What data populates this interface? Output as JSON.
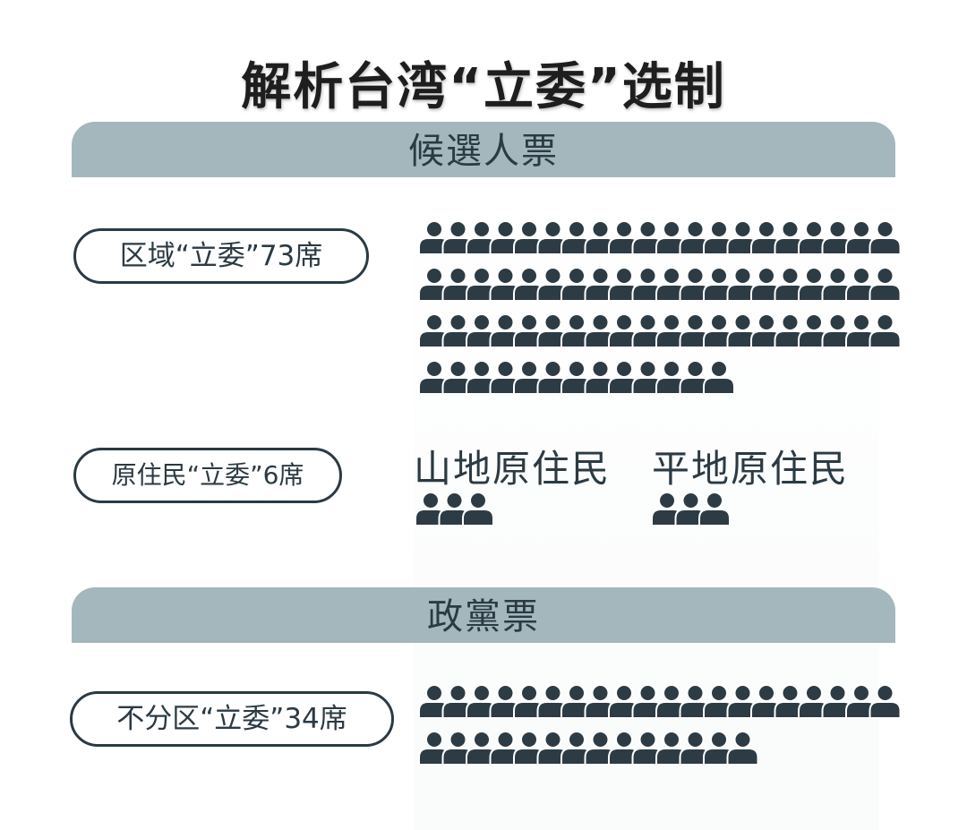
{
  "title": "解析台湾“立委”选制",
  "sections": {
    "candidate_vote": {
      "header": "候選人票",
      "district": {
        "label": "区域“立委”73席",
        "seats": 73
      },
      "indigenous": {
        "label": "原住民“立委”6席",
        "seats": 6,
        "groups": [
          {
            "name": "山地原住民",
            "seats": 3
          },
          {
            "name": "平地原住民",
            "seats": 3
          }
        ]
      }
    },
    "party_vote": {
      "header": "政黨票",
      "at_large": {
        "label": "不分区“立委”34席",
        "seats": 34
      }
    }
  },
  "colors": {
    "band": "#a4b7bd",
    "ink": "#2b3a43",
    "person": "#2d3b44"
  },
  "icon": "person-silhouette-icon"
}
